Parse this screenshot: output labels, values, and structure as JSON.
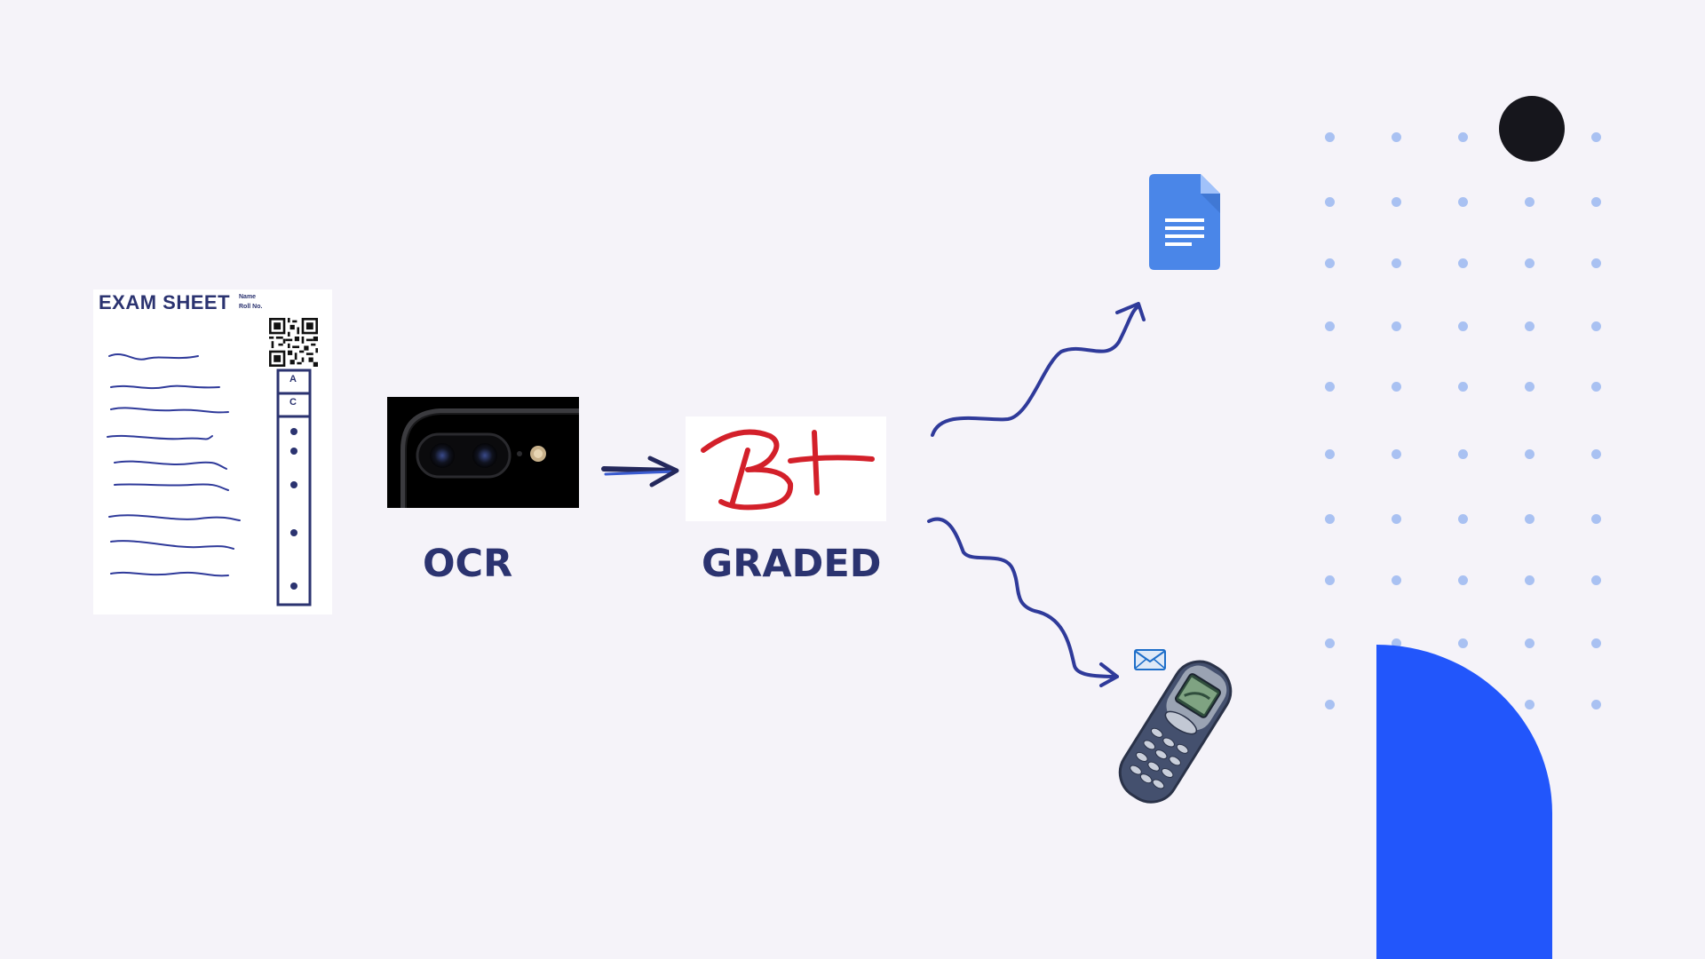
{
  "exam_sheet": {
    "title": "EXAM SHEET",
    "name_label": "Name",
    "roll_label": "Roll No.",
    "answers": [
      "A",
      "C"
    ]
  },
  "stages": {
    "ocr_label": "OCR",
    "graded_label": "GRADED",
    "grade": "B+"
  },
  "icons": {
    "document": "google-docs-icon",
    "email": "envelope-icon",
    "phone": "nokia-phone-icon",
    "camera": "camera-photo"
  },
  "colors": {
    "background": "#f5f3f9",
    "ink_navy": "#2b3370",
    "arrow_blue": "#2f3a9a",
    "grade_red": "#d3202a",
    "doc_blue": "#4a86e8",
    "accent_blue": "#2256fb",
    "dot_blue": "#a9c1f2",
    "dark_circle": "#16161c"
  }
}
